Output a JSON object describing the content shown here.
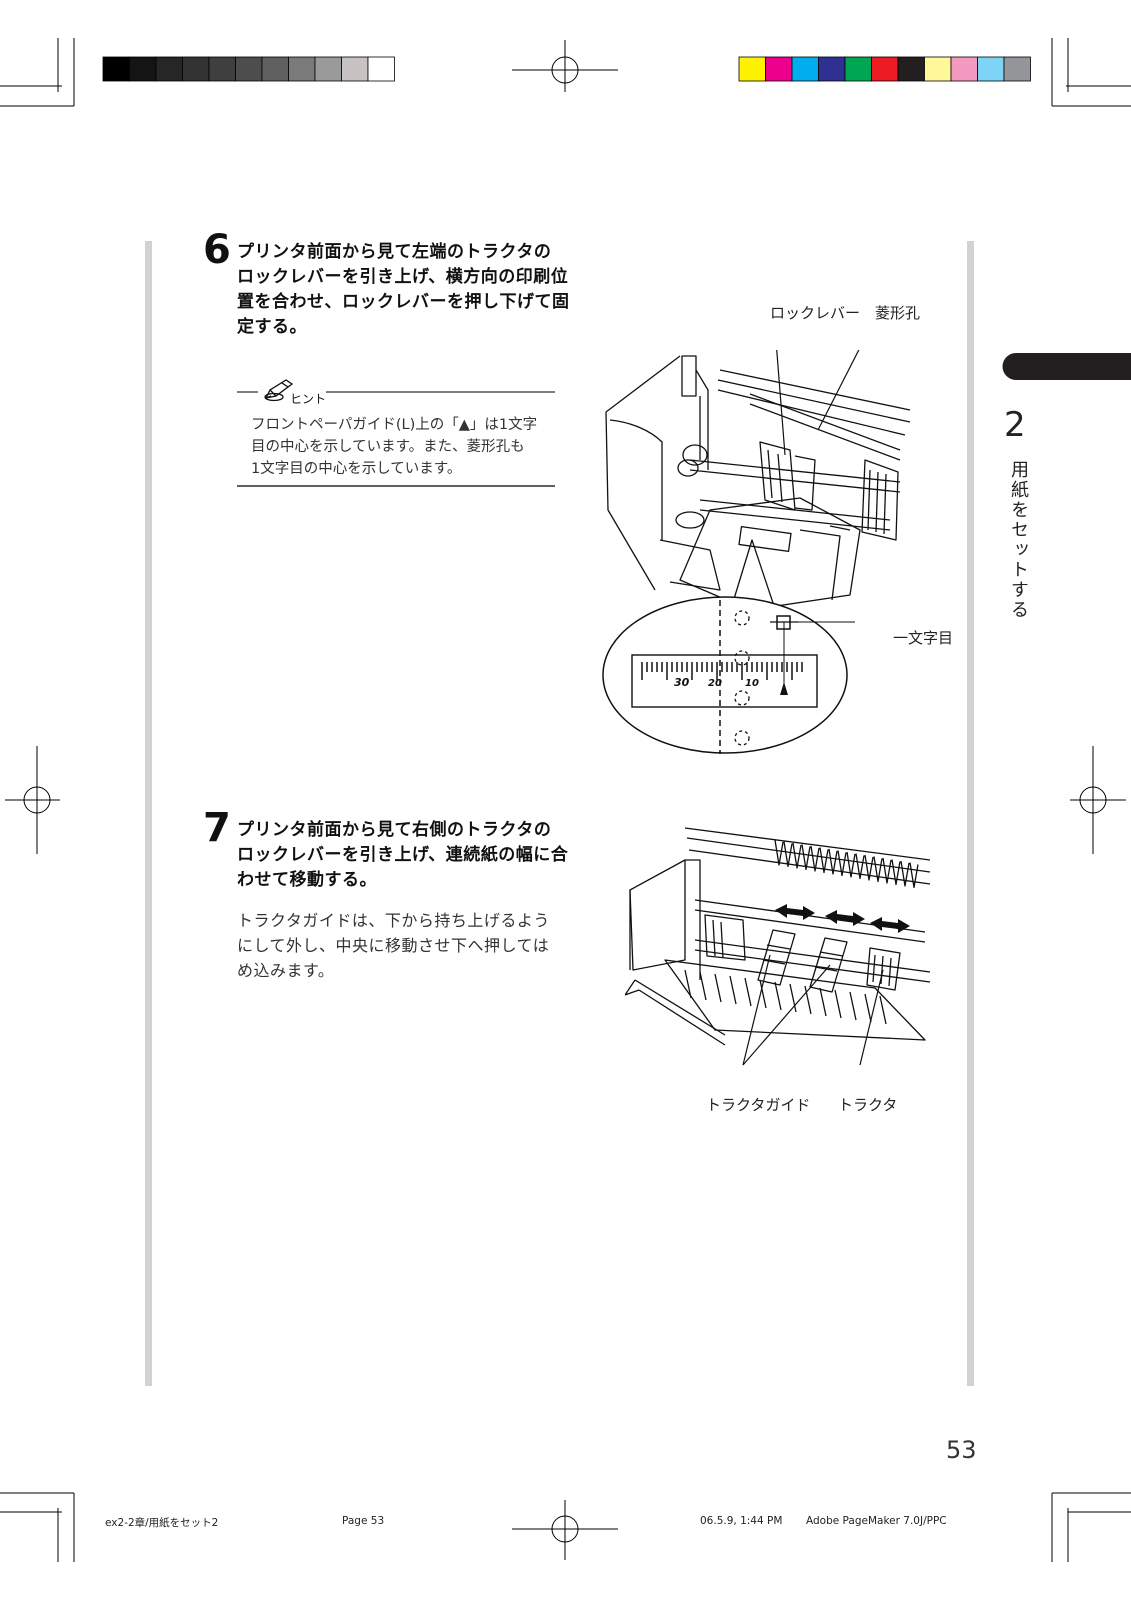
{
  "steps": [
    {
      "number": "6",
      "lines": [
        "プリンタ前面から見て左端のトラクタの",
        "ロックレバーを引き上げ、横方向の印刷位",
        "置を合わせ、ロックレバーを押し下げて固",
        "定する。"
      ]
    },
    {
      "number": "7",
      "lines": [
        "プリンタ前面から見て右側のトラクタの",
        "ロックレバーを引き上げ、連続紙の幅に合",
        "わせて移動する。"
      ],
      "body_lines": [
        "トラクタガイドは、下から持ち上げるよう",
        "にして外し、中央に移動させ下へ押しては",
        "め込みます。"
      ]
    }
  ],
  "hint": {
    "label": "ヒント",
    "icon": "pencil-icon",
    "lines": [
      "フロントペーパガイド(L)上の「▲」は1文字",
      "目の中心を示しています。また、菱形孔も",
      "1文字目の中心を示しています。"
    ]
  },
  "figure1": {
    "callout_lock_lever": "ロックレバー",
    "callout_diamond_hole": "菱形孔",
    "callout_first_char": "一文字目",
    "scale_labels": [
      "30",
      "20",
      "10"
    ]
  },
  "figure2": {
    "callout_tractor_guide": "トラクタガイド",
    "callout_tractor": "トラクタ"
  },
  "chapter": {
    "number": "2",
    "title": "用紙をセットする"
  },
  "page_number": "53",
  "footer": {
    "file": "ex2-2章/用紙をセット2",
    "page": "Page 53",
    "date": "06.5.9, 1:44 PM",
    "app": "Adobe PageMaker 7.0J/PPC"
  },
  "colors": {
    "grayscale": [
      "#000000",
      "#141414",
      "#262626",
      "#333333",
      "#3f3f3f",
      "#4d4d4d",
      "#606060",
      "#7a7a7a",
      "#9a9a9a",
      "#c8c2c2",
      "#ffffff"
    ],
    "process": [
      "#fff200",
      "#ec008c",
      "#00aeef",
      "#2e3192",
      "#00a651",
      "#ed1c24",
      "#231f20",
      "#fff799",
      "#f49ac1",
      "#7fd3f7",
      "#939598"
    ],
    "side_bar": "#d2d2d2",
    "chapter_tab": "#231f20"
  }
}
